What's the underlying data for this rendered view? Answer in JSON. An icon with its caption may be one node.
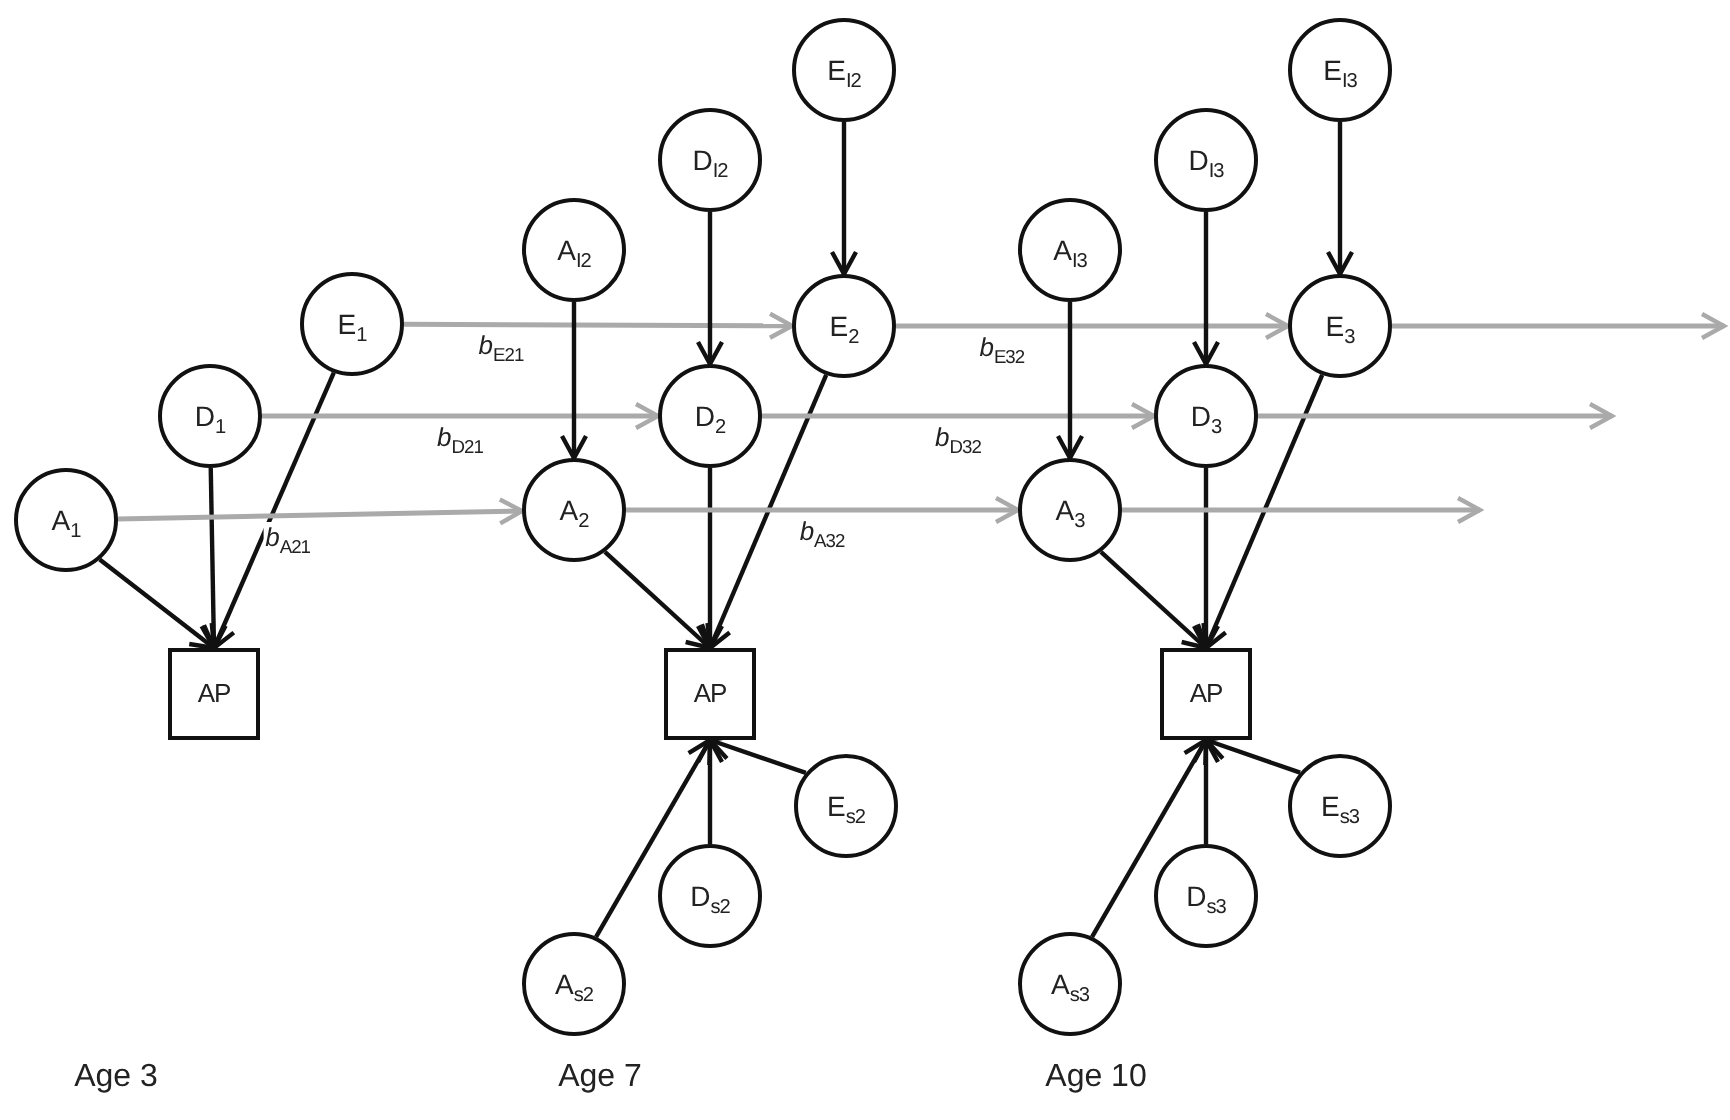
{
  "diagram": {
    "nodes": [
      {
        "text": [
          "A$_{1}$"
        ]
      },
      {
        "text": [
          "D$_{1}$"
        ]
      },
      {
        "text": [
          "E$_{1}$"
        ]
      },
      {
        "text": [
          "AP"
        ]
      },
      {
        "text": [
          "A$_{I2}$"
        ]
      },
      {
        "text": [
          "D$_{I2}$"
        ]
      },
      {
        "text": [
          "E$_{I2}$"
        ]
      },
      {
        "text": [
          "E$_{2}$"
        ]
      },
      {
        "text": [
          "D$_{2}$"
        ]
      },
      {
        "text": [
          "A$_{2}$"
        ]
      },
      {
        "text": [
          "AP"
        ]
      },
      {
        "text": [
          "E$_{s2}$"
        ]
      },
      {
        "text": [
          "D$_{s2}$"
        ]
      },
      {
        "text": [
          "A$_{s2}$"
        ]
      },
      {
        "text": [
          "A$_{I3}$"
        ]
      },
      {
        "text": [
          "D$_{I3}$"
        ]
      },
      {
        "text": [
          "E$_{I3}$"
        ]
      },
      {
        "text": [
          "E$_{3}$"
        ]
      },
      {
        "text": [
          "D$_{3}$"
        ]
      },
      {
        "text": [
          "A$_{3}$"
        ]
      },
      {
        "text": [
          "AP"
        ]
      },
      {
        "text": [
          "E$_{s3}$"
        ]
      },
      {
        "text": [
          "D$_{s3}$"
        ]
      },
      {
        "text": [
          "A$_{s3}$"
        ]
      }
    ],
    "edges": [
      {
        "from": 0,
        "to": 3,
        "arrow": "to"
      },
      {
        "from": 1,
        "to": 3,
        "arrow": "to"
      },
      {
        "from": 2,
        "to": 3,
        "arrow": "to"
      },
      {
        "from": 2,
        "to": 7,
        "arrow": "to",
        "label": "*b*$_{E21}$",
        "color": "#aaaaaa"
      },
      {
        "from": 1,
        "to": 8,
        "arrow": "to",
        "label": "*b*$_{D21}$",
        "color": "#aaaaaa"
      },
      {
        "from": 0,
        "to": 9,
        "arrow": "to",
        "label": "*b*$_{A21}$",
        "color": "#aaaaaa"
      },
      {
        "from": 4,
        "to": 9,
        "arrow": "to"
      },
      {
        "from": 5,
        "to": 8,
        "arrow": "to"
      },
      {
        "from": 6,
        "to": 7,
        "arrow": "to"
      },
      {
        "from": 9,
        "to": 10,
        "arrow": "to"
      },
      {
        "from": 8,
        "to": 10,
        "arrow": "to"
      },
      {
        "from": 7,
        "to": 10,
        "arrow": "to"
      },
      {
        "from": 13,
        "to": 10,
        "arrow": "to"
      },
      {
        "from": 12,
        "to": 10,
        "arrow": "to"
      },
      {
        "from": 11,
        "to": 10,
        "arrow": "to"
      },
      {
        "from": 7,
        "to": 17,
        "arrow": "to",
        "label": "*b*$_{E32}$",
        "color": "#aaaaaa"
      },
      {
        "from": 8,
        "to": 18,
        "arrow": "to",
        "label": "*b*$_{D32}$",
        "color": "#aaaaaa"
      },
      {
        "from": 9,
        "to": 19,
        "arrow": "to",
        "label": "*b*$_{A32}$",
        "color": "#aaaaaa"
      },
      {
        "from": 14,
        "to": 19,
        "arrow": "to"
      },
      {
        "from": 15,
        "to": 18,
        "arrow": "to"
      },
      {
        "from": 16,
        "to": 17,
        "arrow": "to"
      },
      {
        "from": 19,
        "to": 20,
        "arrow": "to"
      },
      {
        "from": 18,
        "to": 20,
        "arrow": "to"
      },
      {
        "from": 17,
        "to": 20,
        "arrow": "to"
      },
      {
        "from": 23,
        "to": 20,
        "arrow": "to"
      },
      {
        "from": 22,
        "to": 20,
        "arrow": "to"
      },
      {
        "from": 21,
        "to": 20,
        "arrow": "to"
      },
      {
        "from": 17,
        "to": null,
        "arrow": "to",
        "color": "#aaaaaa"
      },
      {
        "from": 18,
        "to": null,
        "arrow": "to",
        "color": "#aaaaaa"
      },
      {
        "from": 19,
        "to": null,
        "arrow": "to",
        "color": "#aaaaaa"
      }
    ],
    "labels": [
      "Age 3",
      "Age 7",
      "Age 10"
    ]
  }
}
